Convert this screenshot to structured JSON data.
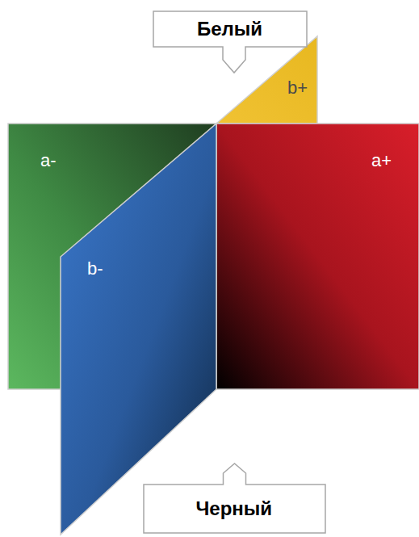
{
  "diagram": {
    "nodes": [
      {
        "text": [
          "Белый"
        ]
      },
      {
        "text": [
          "Черный"
        ]
      }
    ],
    "labels": [
      "a-",
      "a+",
      "b-",
      "b+"
    ]
  }
}
